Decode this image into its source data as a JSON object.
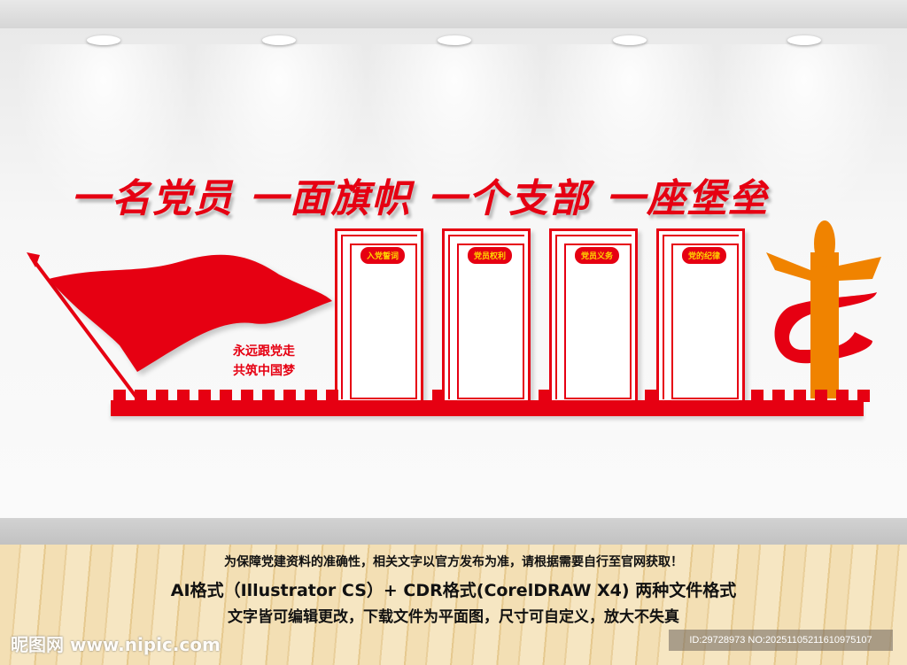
{
  "headline": "一名党员 一面旗帜 一个支部 一座堡垒",
  "slogan": {
    "line1": "永远跟党走",
    "line2": "共筑中国梦"
  },
  "panels": [
    {
      "label": "入党誓词"
    },
    {
      "label": "党员权利"
    },
    {
      "label": "党员义务"
    },
    {
      "label": "党的纪律"
    }
  ],
  "footer": {
    "line1": "为保障党建资料的准确性，相关文字以官方发布为准，请根据需要自行至官网获取！",
    "line2": "AI格式（Illustrator CS）+ CDR格式(CorelDRAW X4) 两种文件格式",
    "line3": "文字皆可编辑更改，下载文件为平面图，尺寸可自定义，放大不失真"
  },
  "watermark": {
    "logo": "昵图网 www.nipic.com",
    "id": "ID:29728973 NO:20251105211610975107"
  },
  "colors": {
    "red": "#e60012",
    "gold": "#ffd800",
    "orange": "#f08300"
  }
}
